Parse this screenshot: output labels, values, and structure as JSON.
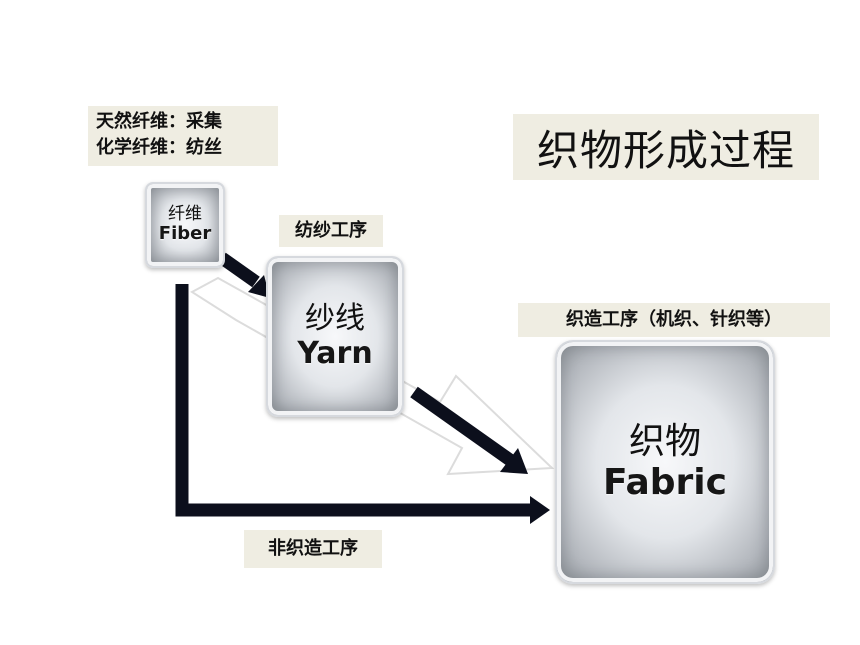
{
  "title": "织物形成过程",
  "labels": {
    "fiber_source_line1": "天然纤维：采集",
    "fiber_source_line2": "化学纤维：纺丝",
    "spinning": "纺纱工序",
    "weaving": "织造工序（机织、针织等）",
    "nonwoven": "非织造工序"
  },
  "nodes": {
    "fiber": {
      "zh": "纤维",
      "en": "Fiber"
    },
    "yarn": {
      "zh": "纱线",
      "en": "Yarn"
    },
    "fabric": {
      "zh": "织物",
      "en": "Fabric"
    }
  },
  "colors": {
    "label_bg": "#efede2",
    "arrow": "#0c0f1c",
    "big_arrow_outline": "#e6e6e6"
  }
}
